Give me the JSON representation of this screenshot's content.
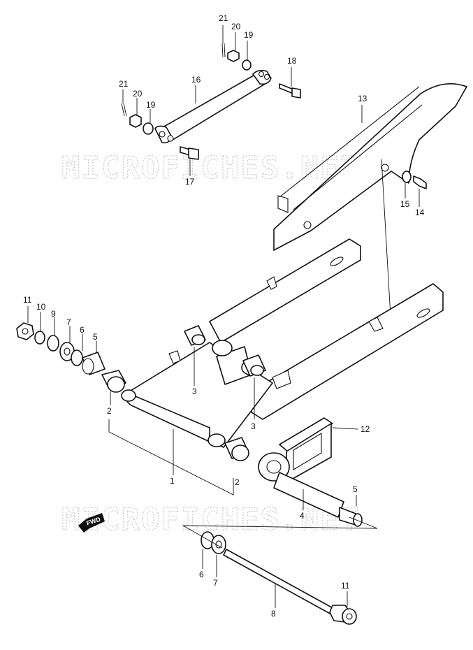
{
  "watermark": "MICROFICHES.NET",
  "fwd_label": "FWD",
  "callouts": {
    "c1": "1",
    "c2a": "2",
    "c2b": "2",
    "c3a": "3",
    "c3b": "3",
    "c4": "4",
    "c5a": "5",
    "c5b": "5",
    "c6a": "6",
    "c6b": "6",
    "c7a": "7",
    "c7b": "7",
    "c8": "8",
    "c9": "9",
    "c10": "10",
    "c11a": "11",
    "c11b": "11",
    "c12": "12",
    "c13": "13",
    "c14": "14",
    "c15": "15",
    "c16": "16",
    "c17": "17",
    "c18": "18",
    "c19a": "19",
    "c19b": "19",
    "c20a": "20",
    "c20b": "20",
    "c21a": "21",
    "c21b": "21"
  }
}
